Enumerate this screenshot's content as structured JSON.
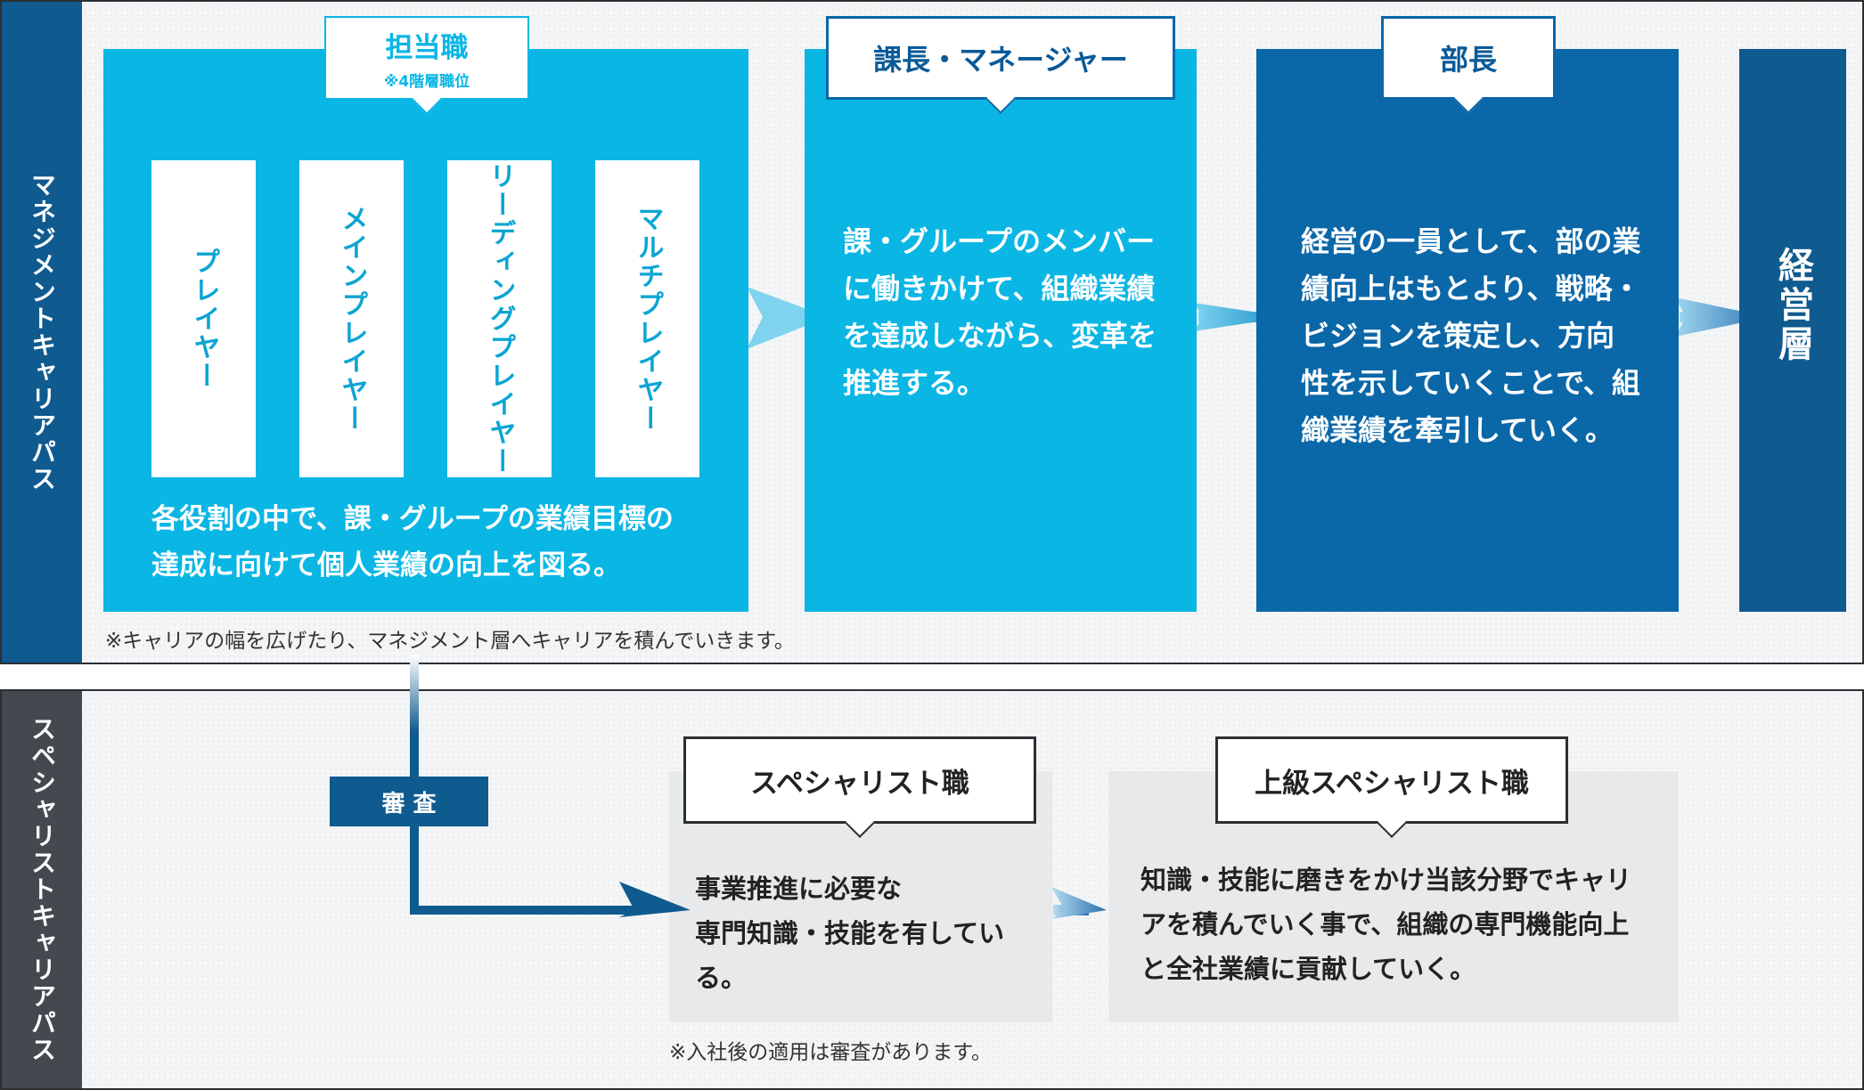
{
  "management": {
    "sidebar_label": "マネジメントキャリアパス",
    "tanto": {
      "title": "担当職",
      "subtitle": "※4階層職位",
      "roles": [
        "プレイヤー",
        "メインプレイヤー",
        "リーディングプレイヤー",
        "マルチプレイヤー"
      ],
      "desc_line1": "各役割の中で、課・グループの業績目標の",
      "desc_line2": "達成に向けて個人業績の向上を図る。"
    },
    "kacho": {
      "title": "課長・マネージャー",
      "desc_lines": [
        "課・グループのメンバー",
        "に働きかけて、組織業績",
        "を達成しながら、変革を",
        "推進する。"
      ]
    },
    "bucho": {
      "title": "部長",
      "desc_lines": [
        "経営の一員として、部の業",
        "績向上はもとより、戦略・",
        "ビジョンを策定し、方向",
        "性を示していくことで、組",
        "織業績を牽引していく。"
      ]
    },
    "keiei": {
      "label": "経営層"
    },
    "note": "※キャリアの幅を広げたり、マネジメント層へキャリアを積んでいきます。"
  },
  "specialist": {
    "sidebar_label": "スペシャリストキャリアパス",
    "review_label": "審 査",
    "specialist": {
      "title": "スペシャリスト職",
      "desc_lines": [
        "事業推進に必要な",
        "専門知識・技能を有している。"
      ]
    },
    "senior": {
      "title": "上級スペシャリスト職",
      "desc_lines": [
        "知識・技能に磨きをかけ当該分野でキャリ",
        "アを積んでいく事で、組織の専門機能向上",
        "と全社業績に貢献していく。"
      ]
    },
    "note": "※入社後の適用は審査があります。"
  },
  "colors": {
    "light_blue": "#0ab6e4",
    "mid_blue": "#0a67a8",
    "dark_blue": "#0f5a8f",
    "sidebar_top": "#0f5a8f",
    "sidebar_bottom": "#44494f",
    "gray_box": "#e8e9ea"
  }
}
